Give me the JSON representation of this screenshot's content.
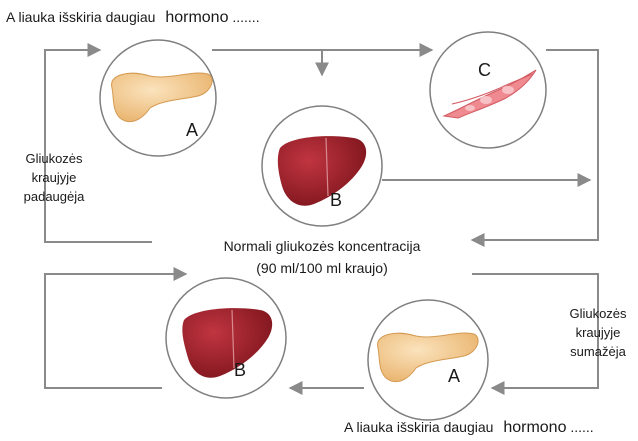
{
  "top_caption": {
    "text": "A liauka išskiria daugiau",
    "hormone": "hormono",
    "dots": " ......."
  },
  "bottom_caption": {
    "text": "A liauka išskiria daugiau",
    "hormone": "hormono",
    "dots": "......"
  },
  "left_note": {
    "line1": "Gliukozės",
    "line2": "kraujyje",
    "line3": "padaugėja"
  },
  "right_note": {
    "line1": "Gliukozės",
    "line2": "kraujyje",
    "line3": "sumažėja"
  },
  "center": {
    "line1": "Normali gliukozės koncentracija",
    "line2": "(90 ml/100 ml kraujo)"
  },
  "circles": {
    "pancreas_top": "A",
    "muscle": "C",
    "liver_mid": "B",
    "liver_bottom": "B",
    "pancreas_bottom": "A"
  },
  "colors": {
    "line": "#8a8a8a",
    "circle_stroke": "#7f7f7f",
    "pancreas": "#f2c98e",
    "liver": "#a3202a",
    "muscle": "#e8737a"
  }
}
